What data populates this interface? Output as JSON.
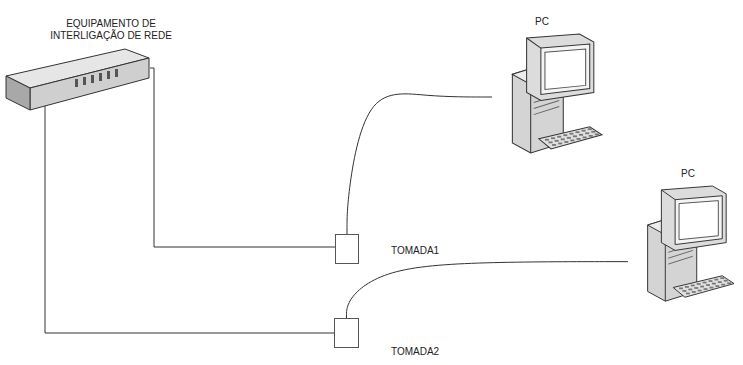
{
  "diagram": {
    "nodes": [
      {
        "text": [
          "EQUIPAMENTO DE INTERLIGAÇÃO DE REDE"
        ]
      },
      {
        "text": [
          "PC"
        ]
      },
      {
        "text": [
          "TOMADA1"
        ]
      },
      {
        "text": [
          "PC"
        ]
      },
      {
        "text": [
          "TOMADA2"
        ]
      }
    ],
    "edges": [
      {
        "from": 0,
        "to": 2,
        "arrow": "none"
      },
      {
        "from": 2,
        "to": 1,
        "arrow": "none"
      },
      {
        "from": 0,
        "to": 4,
        "arrow": "none"
      },
      {
        "from": 4,
        "to": 3,
        "arrow": "none"
      }
    ]
  }
}
